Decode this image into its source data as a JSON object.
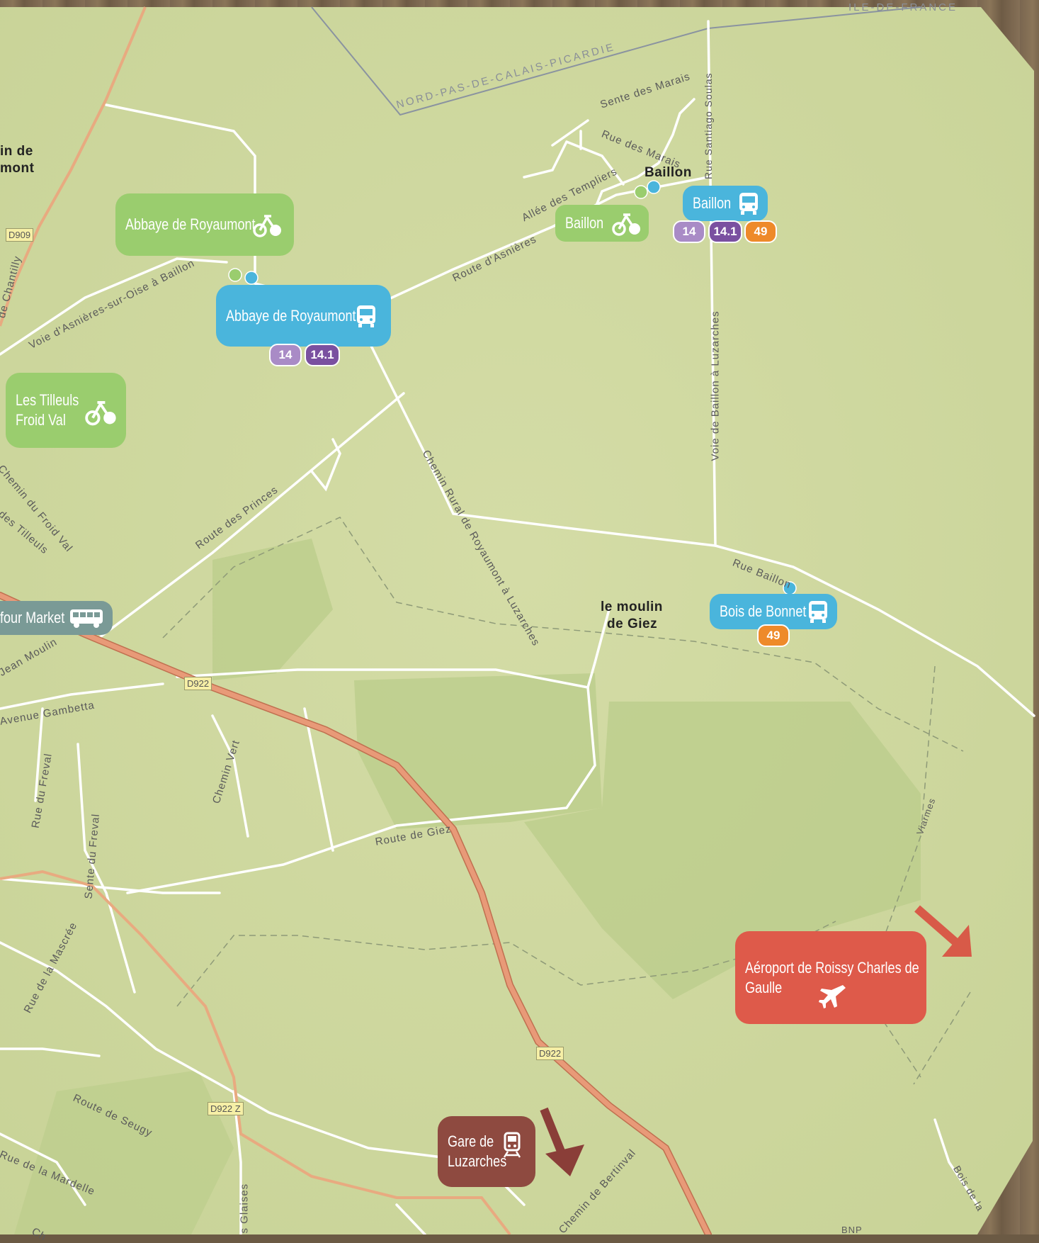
{
  "map": {
    "region_labels": [
      "NORD-PAS-DE-CALAIS-PICARDIE",
      "ILE-DE-FRANCE"
    ],
    "place_labels": [
      "Baillon",
      "le moulin",
      "de Giez",
      "in de",
      "mont",
      "BNP"
    ],
    "road_labels": {
      "sente_marais": "Sente des Marais",
      "rue_marais": "Rue des Marais",
      "rue_santiago": "Rue Santiago Soulas",
      "allee_templiers": "Allée des Templiers",
      "route_asnieres": "Route d'Asnières",
      "voie_asnieres": "Voie d'Asnières-sur-Oise à Baillon",
      "chemin_rural": "Chemin Rural de Royaumont à Luzarches",
      "voie_baillon": "Voie de Baillon à Luzarches",
      "rue_baillon": "Rue Baillon",
      "route_princes": "Route des Princes",
      "chemin_froid_val": "Chemin du Froid Val",
      "des_tilleuls": "des Tilleuls",
      "chantilly": "de Chantilly",
      "jean_moulin": "Jean Moulin",
      "avenue_gambetta": "Avenue Gambetta",
      "chemin_vert": "Chemin Vert",
      "rue_freval": "Rue du Freval",
      "sente_freval": "Sente du Freval",
      "route_giez": "Route de Giez",
      "rue_mascree": "Rue de la Mascrée",
      "route_seugy": "Route de Seugy",
      "rue_mardelle": "Rue de la Mardelle",
      "glaises": "s Glaises",
      "chemin_bertinval": "Chemin de Bertinval",
      "viarmes": "Viarmes",
      "bois_de": "Bois de la",
      "ch": "Ch"
    },
    "road_shields": [
      "D909",
      "D922",
      "D922",
      "D922 Z"
    ]
  },
  "poi": {
    "abbaye_green": "Abbaye de Royaumont",
    "baillon_green": "Baillon",
    "tilleuls_line1": "Les Tilleuls",
    "tilleuls_line2": "Froid Val",
    "abbaye_bus": "Abbaye de Royaumont",
    "baillon_bus": "Baillon",
    "bois_bonnet_bus": "Bois de Bonnet",
    "carrefour": "four Market",
    "airport_line1": "Aéroport de Roissy Charles de",
    "airport_line2": "Gaulle",
    "gare_line1": "Gare de",
    "gare_line2": "Luzarches"
  },
  "lines": {
    "abbaye": [
      "14",
      "14.1"
    ],
    "baillon": [
      "14",
      "14.1",
      "49"
    ],
    "bois_bonnet": [
      "49"
    ]
  },
  "colors": {
    "map_bg": "#cfd99f",
    "forest": "#b8cc88",
    "motorway": "#e89a78",
    "green_card": "#9acd6e",
    "bus_card": "#4ab5dc",
    "airport_card": "#de5a4a",
    "train_card": "#8e4a40",
    "line_14": "#a98bc6",
    "line_141": "#7a50a0",
    "line_49": "#ee8a2a"
  },
  "icons": [
    "bicycle-icon",
    "bus-icon",
    "coach-icon",
    "plane-icon",
    "train-icon",
    "arrow-icon"
  ]
}
